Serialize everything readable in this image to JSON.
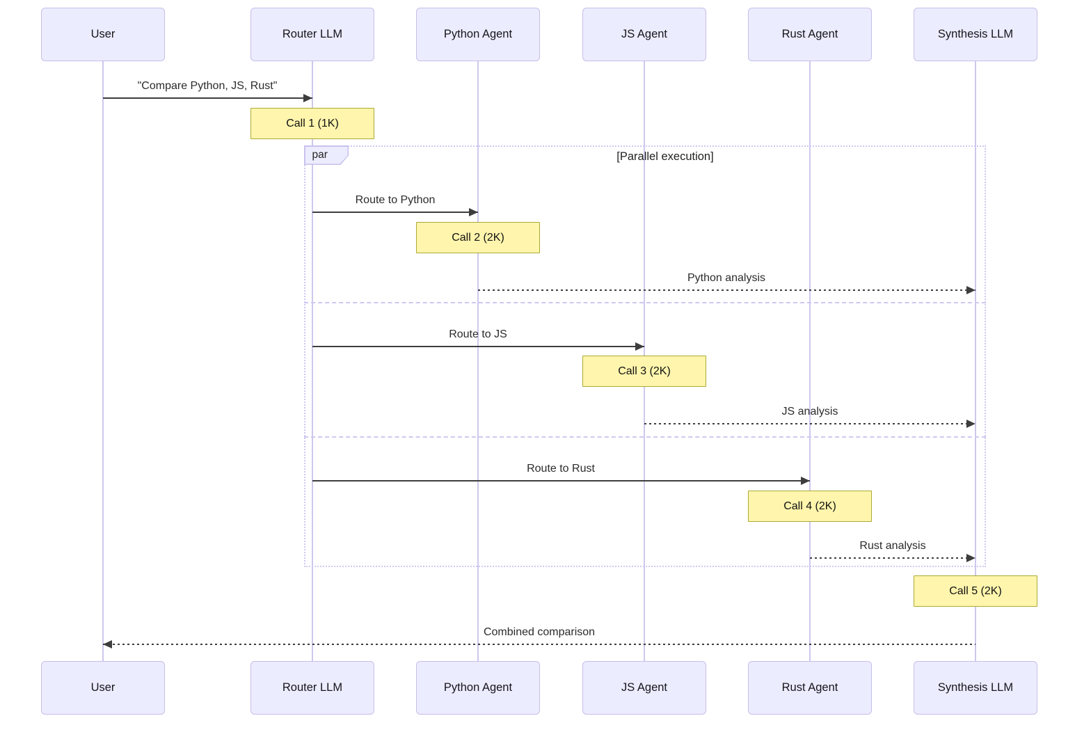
{
  "diagram": {
    "kind": "sequence-diagram",
    "actors": [
      {
        "label": "User"
      },
      {
        "label": "Router LLM"
      },
      {
        "label": "Python Agent"
      },
      {
        "label": "JS Agent"
      },
      {
        "label": "Rust Agent"
      },
      {
        "label": "Synthesis LLM"
      }
    ],
    "messages": [
      {
        "label": "\"Compare Python, JS, Rust\"",
        "from": "User",
        "to": "Router LLM",
        "line": "solid"
      },
      {
        "label": "Route to Python",
        "from": "Router LLM",
        "to": "Python Agent",
        "line": "solid"
      },
      {
        "label": "Python analysis",
        "from": "Python Agent",
        "to": "Synthesis LLM",
        "line": "dashed"
      },
      {
        "label": "Route to JS",
        "from": "Router LLM",
        "to": "JS Agent",
        "line": "solid"
      },
      {
        "label": "JS analysis",
        "from": "JS Agent",
        "to": "Synthesis LLM",
        "line": "dashed"
      },
      {
        "label": "Route to Rust",
        "from": "Router LLM",
        "to": "Rust Agent",
        "line": "solid"
      },
      {
        "label": "Rust analysis",
        "from": "Rust Agent",
        "to": "Synthesis LLM",
        "line": "dashed"
      },
      {
        "label": "Combined comparison",
        "from": "Synthesis LLM",
        "to": "User",
        "line": "dashed"
      }
    ],
    "notes": [
      {
        "label": "Call 1 (1K)",
        "over": "Router LLM"
      },
      {
        "label": "Call 2 (2K)",
        "over": "Python Agent"
      },
      {
        "label": "Call 3 (2K)",
        "over": "JS Agent"
      },
      {
        "label": "Call 4 (2K)",
        "over": "Rust Agent"
      },
      {
        "label": "Call 5 (2K)",
        "over": "Synthesis LLM"
      }
    ],
    "par": {
      "operator": "par",
      "condition": "[Parallel execution]"
    },
    "colors": {
      "actor_fill": "#ECECFF",
      "actor_border": "#C6BEE8",
      "lifeline": "#CFC7EE",
      "note_fill": "#FFF5AD",
      "note_border": "#AAAA33",
      "arrow": "#3d3d3d",
      "frame_border": "#CFC8F1",
      "text": "#2b2b2b"
    }
  }
}
